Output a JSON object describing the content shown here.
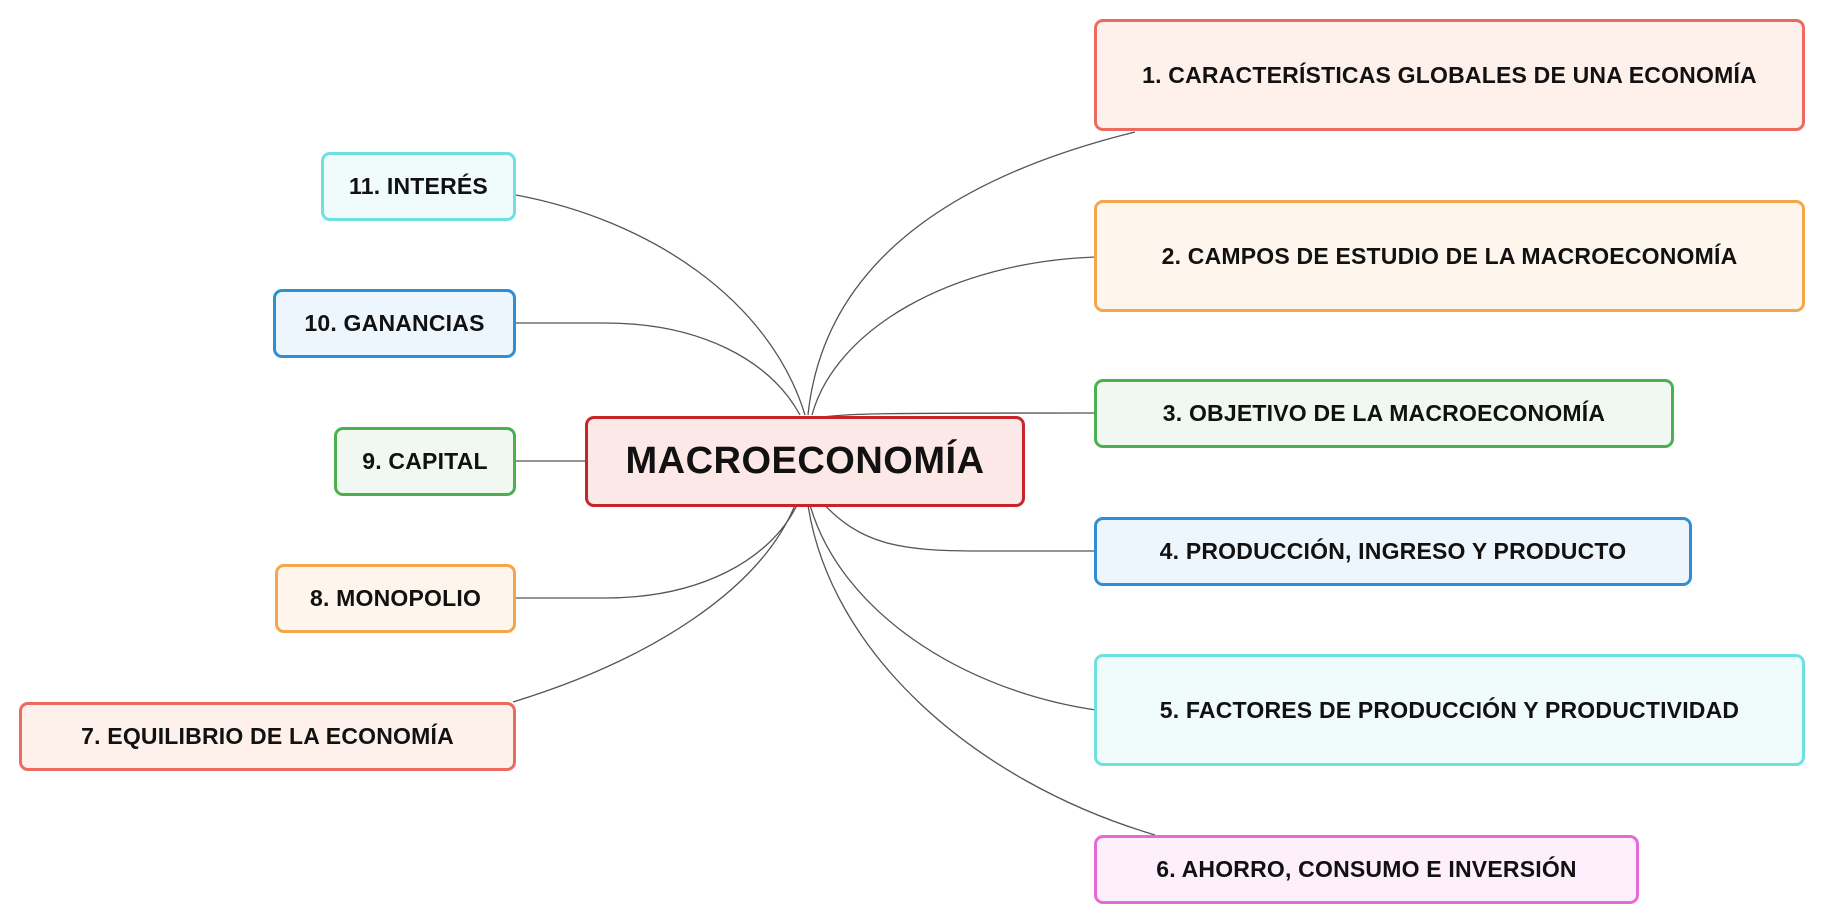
{
  "central": {
    "label": "MACROECONOMÍA",
    "border": "#c8252a",
    "fill": "#fde8e8"
  },
  "topics": [
    {
      "id": "t1",
      "label": "1. CARACTERÍSTICAS GLOBALES DE UNA ECONOMÍA",
      "border": "#ec6a5e",
      "fill": "#fef1ec"
    },
    {
      "id": "t2",
      "label": "2. CAMPOS DE ESTUDIO DE LA MACROECONOMÍA",
      "border": "#f5a54a",
      "fill": "#fef6ec"
    },
    {
      "id": "t3",
      "label": "3. OBJETIVO DE LA MACROECONOMÍA",
      "border": "#4caf50",
      "fill": "#f1f8f1"
    },
    {
      "id": "t4",
      "label": "4. PRODUCCIÓN, INGRESO Y PRODUCTO",
      "border": "#2f8fd6",
      "fill": "#eef6fd"
    },
    {
      "id": "t5",
      "label": "5. FACTORES DE PRODUCCIÓN Y PRODUCTIVIDAD",
      "border": "#6ee0e0",
      "fill": "#f0fbfb"
    },
    {
      "id": "t6",
      "label": "6. AHORRO, CONSUMO E INVERSIÓN",
      "border": "#e56ad6",
      "fill": "#fdeffb"
    },
    {
      "id": "t7",
      "label": "7. EQUILIBRIO DE LA ECONOMÍA",
      "border": "#ec6a5e",
      "fill": "#fef1ec"
    },
    {
      "id": "t8",
      "label": "8. MONOPOLIO",
      "border": "#f5a54a",
      "fill": "#fef6ec"
    },
    {
      "id": "t9",
      "label": "9. CAPITAL",
      "border": "#4caf50",
      "fill": "#f1f8f1"
    },
    {
      "id": "t10",
      "label": "10. GANANCIAS",
      "border": "#2f8fd6",
      "fill": "#eef6fd"
    },
    {
      "id": "t11",
      "label": "11. INTERÉS",
      "border": "#6ee0e0",
      "fill": "#f0fbfb"
    }
  ]
}
